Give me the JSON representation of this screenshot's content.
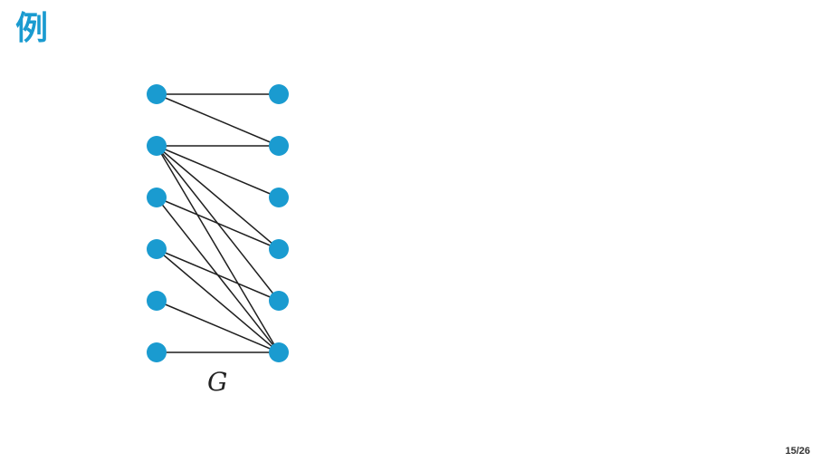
{
  "slide": {
    "title": "例",
    "page_number": "15/26"
  },
  "graph": {
    "label": "G",
    "node_color": "#1a9bd0",
    "edge_color": "#1f1f1f",
    "left_count": 6,
    "right_count": 6,
    "edges": [
      [
        0,
        0
      ],
      [
        0,
        1
      ],
      [
        1,
        1
      ],
      [
        1,
        2
      ],
      [
        1,
        3
      ],
      [
        1,
        4
      ],
      [
        1,
        5
      ],
      [
        2,
        3
      ],
      [
        2,
        5
      ],
      [
        3,
        4
      ],
      [
        3,
        5
      ],
      [
        4,
        5
      ],
      [
        5,
        5
      ]
    ]
  }
}
